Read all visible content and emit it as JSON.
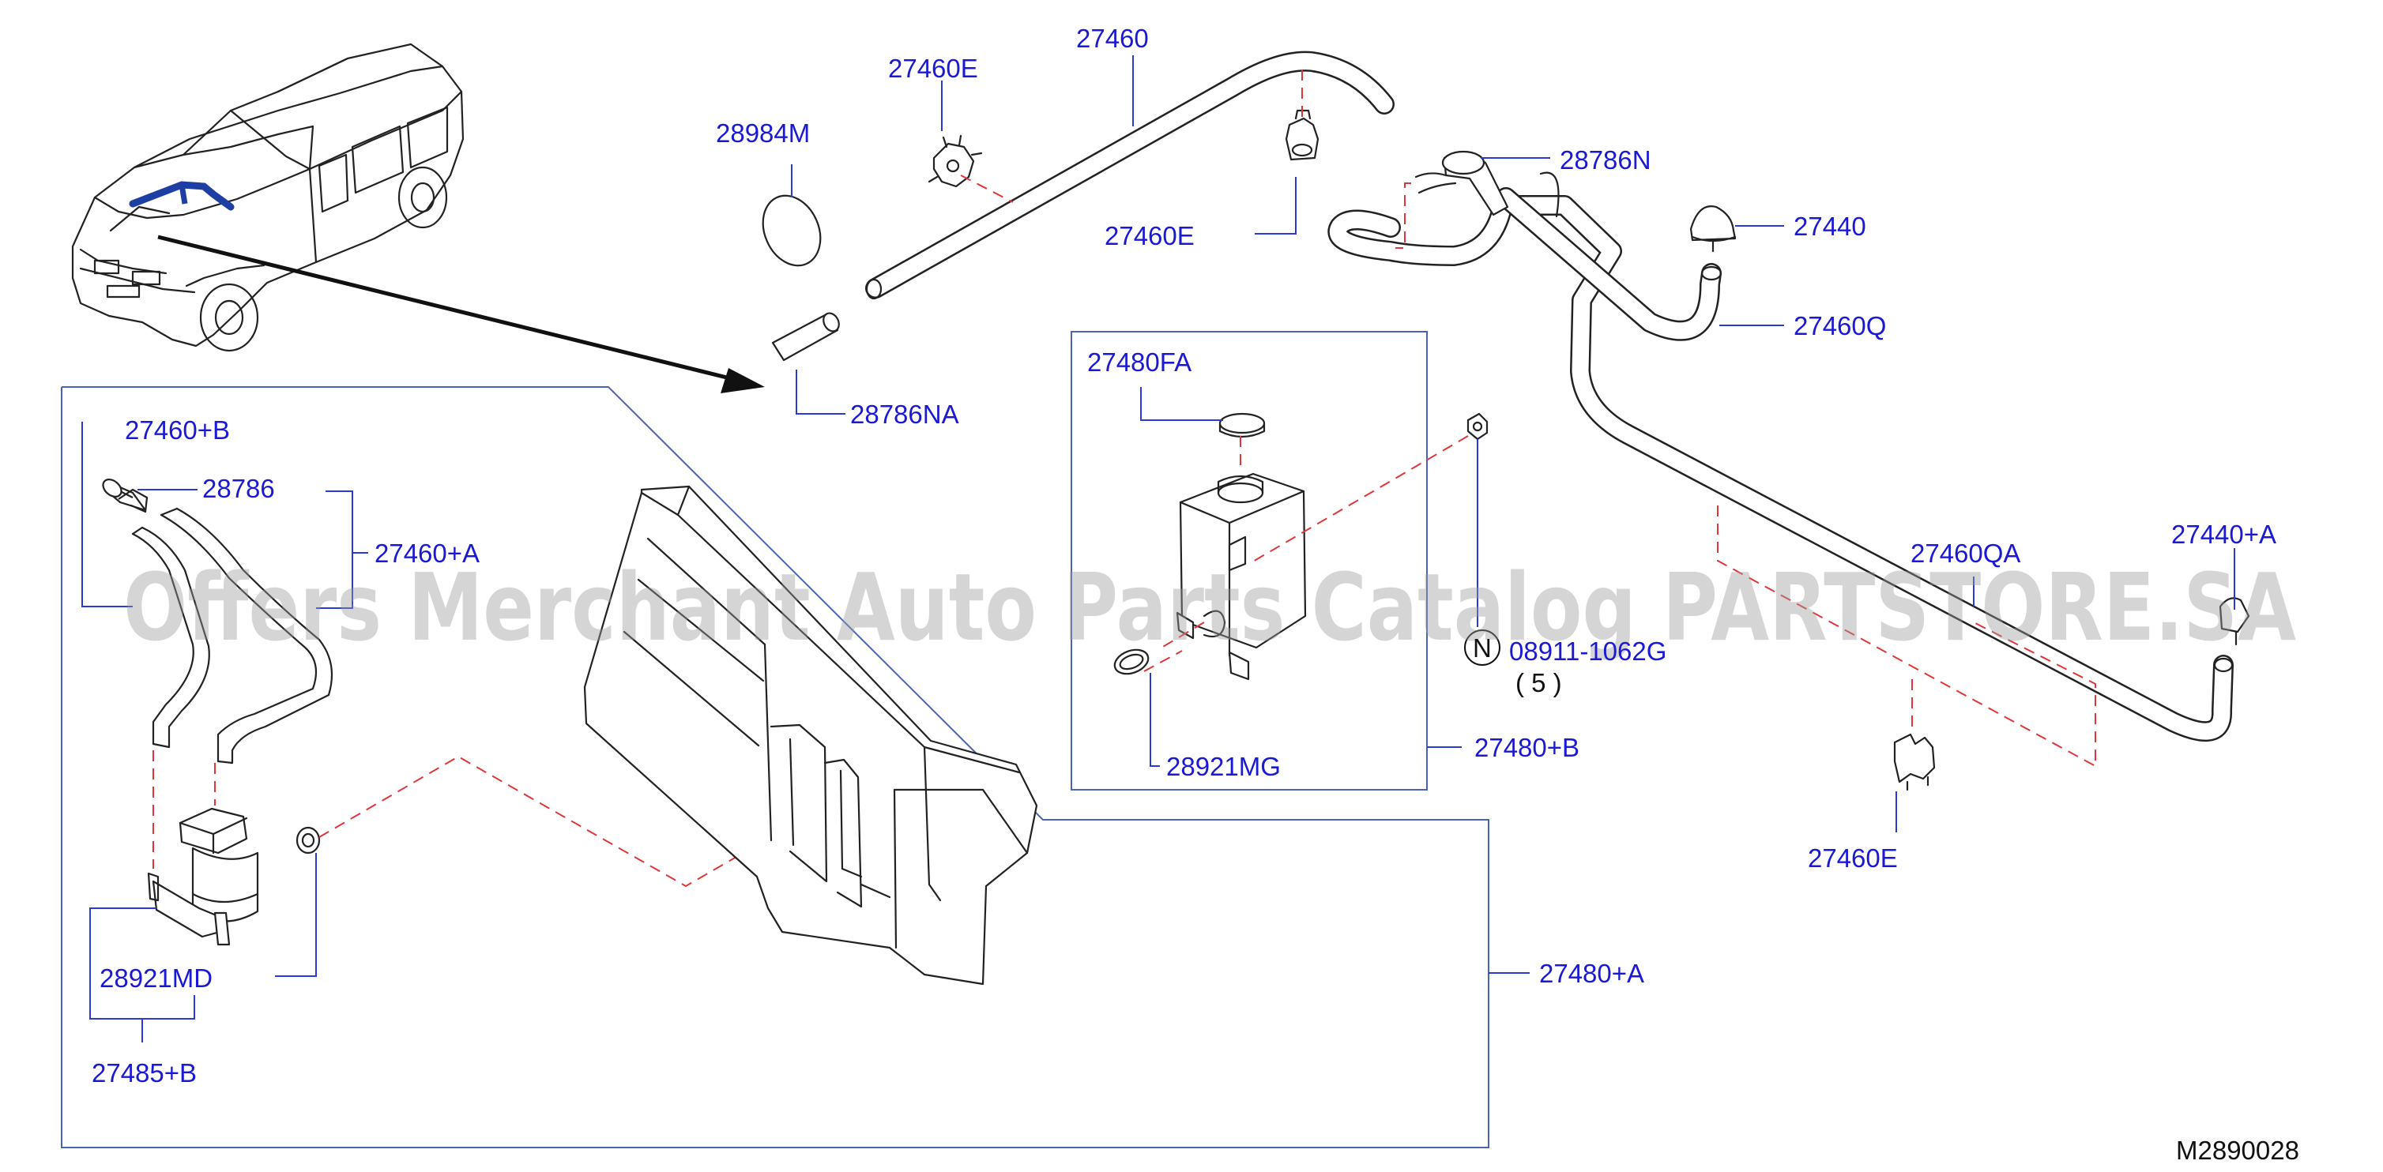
{
  "diagram": {
    "reference_code": "M2890028",
    "watermark": "Offers Merchant Auto Parts Catalog PARTSTORE.SA",
    "callouts": {
      "c_27460": "27460",
      "c_27460E_top": "27460E",
      "c_28984M": "28984M",
      "c_28786N": "28786N",
      "c_27440": "27440",
      "c_27460E_mid": "27460E",
      "c_27460Q": "27460Q",
      "c_28786NA": "28786NA",
      "c_27480FA": "27480FA",
      "c_27460B": "27460+B",
      "c_28786": "28786",
      "c_27460A": "27460+A",
      "c_27460QA": "27460QA",
      "c_27440A": "27440+A",
      "c_bolt_code": "08911-1062G",
      "c_bolt_qty": "( 5 )",
      "c_bolt_marker": "N",
      "c_27480B": "27480+B",
      "c_28921MG": "28921MG",
      "c_27460E_low": "27460E",
      "c_28921MD": "28921MD",
      "c_27480A": "27480+A",
      "c_27485B": "27485+B"
    }
  },
  "colors": {
    "label_blue": "#1a1ad6",
    "leader_blue": "#2a3ad8",
    "frame_blue": "#4a64b4",
    "dash_red": "#e0363a",
    "drawing_black": "#222222",
    "vehicle_hose_blue": "#1d3fa3"
  }
}
